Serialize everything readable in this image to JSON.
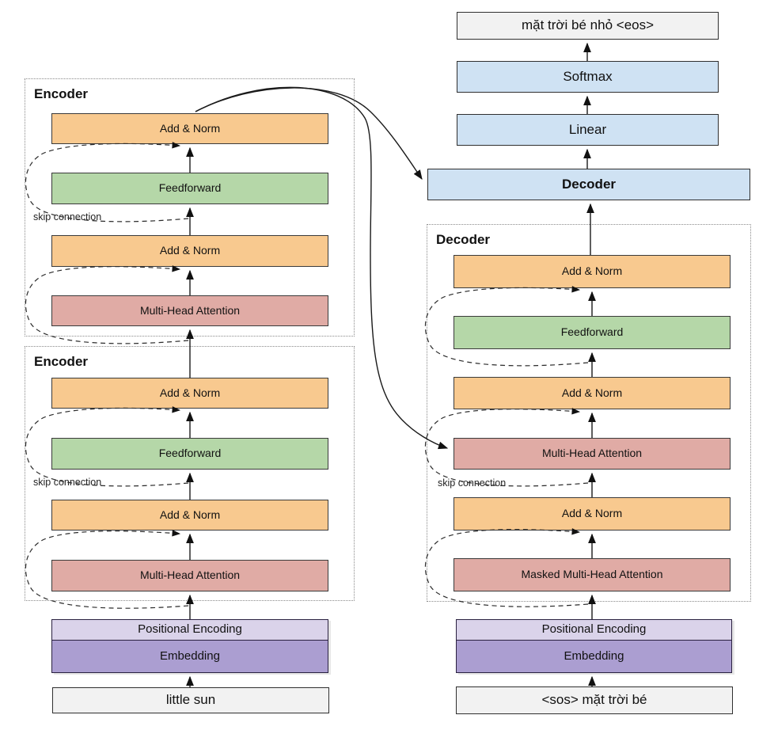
{
  "diagram_title": "Transformer encoder-decoder translation diagram",
  "colors": {
    "add_norm": "#F8C98F",
    "feedforward": "#B5D7A8",
    "attention": "#E0ABA5",
    "blue_block": "#CFE2F3",
    "positional_encoding": "#DAD3EA",
    "embedding": "#AB9ED1",
    "io_box": "#F2F2F2",
    "arrow": "#1a1a1a",
    "dotted_border": "#8a8a8a"
  },
  "left": {
    "encoder1": {
      "title": "Encoder",
      "skip_label": "skip connection",
      "layers": [
        "Add & Norm",
        "Feedforward",
        "Add & Norm",
        "Multi-Head Attention"
      ]
    },
    "encoder2": {
      "title": "Encoder",
      "skip_label": "skip connection",
      "layers": [
        "Add & Norm",
        "Feedforward",
        "Add & Norm",
        "Multi-Head Attention"
      ]
    },
    "positional_encoding": "Positional Encoding",
    "embedding": "Embedding",
    "input": "little sun"
  },
  "right": {
    "output": "mặt trời bé nhỏ <eos>",
    "softmax": "Softmax",
    "linear": "Linear",
    "decoder_block": "Decoder",
    "decoder_stack": {
      "title": "Decoder",
      "skip_label": "skip connection",
      "layers": [
        "Add & Norm",
        "Feedforward",
        "Add & Norm",
        "Multi-Head Attention",
        "Add & Norm",
        "Masked Multi-Head Attention"
      ]
    },
    "positional_encoding": "Positional Encoding",
    "embedding": "Embedding",
    "input": "<sos> mặt trời bé"
  }
}
